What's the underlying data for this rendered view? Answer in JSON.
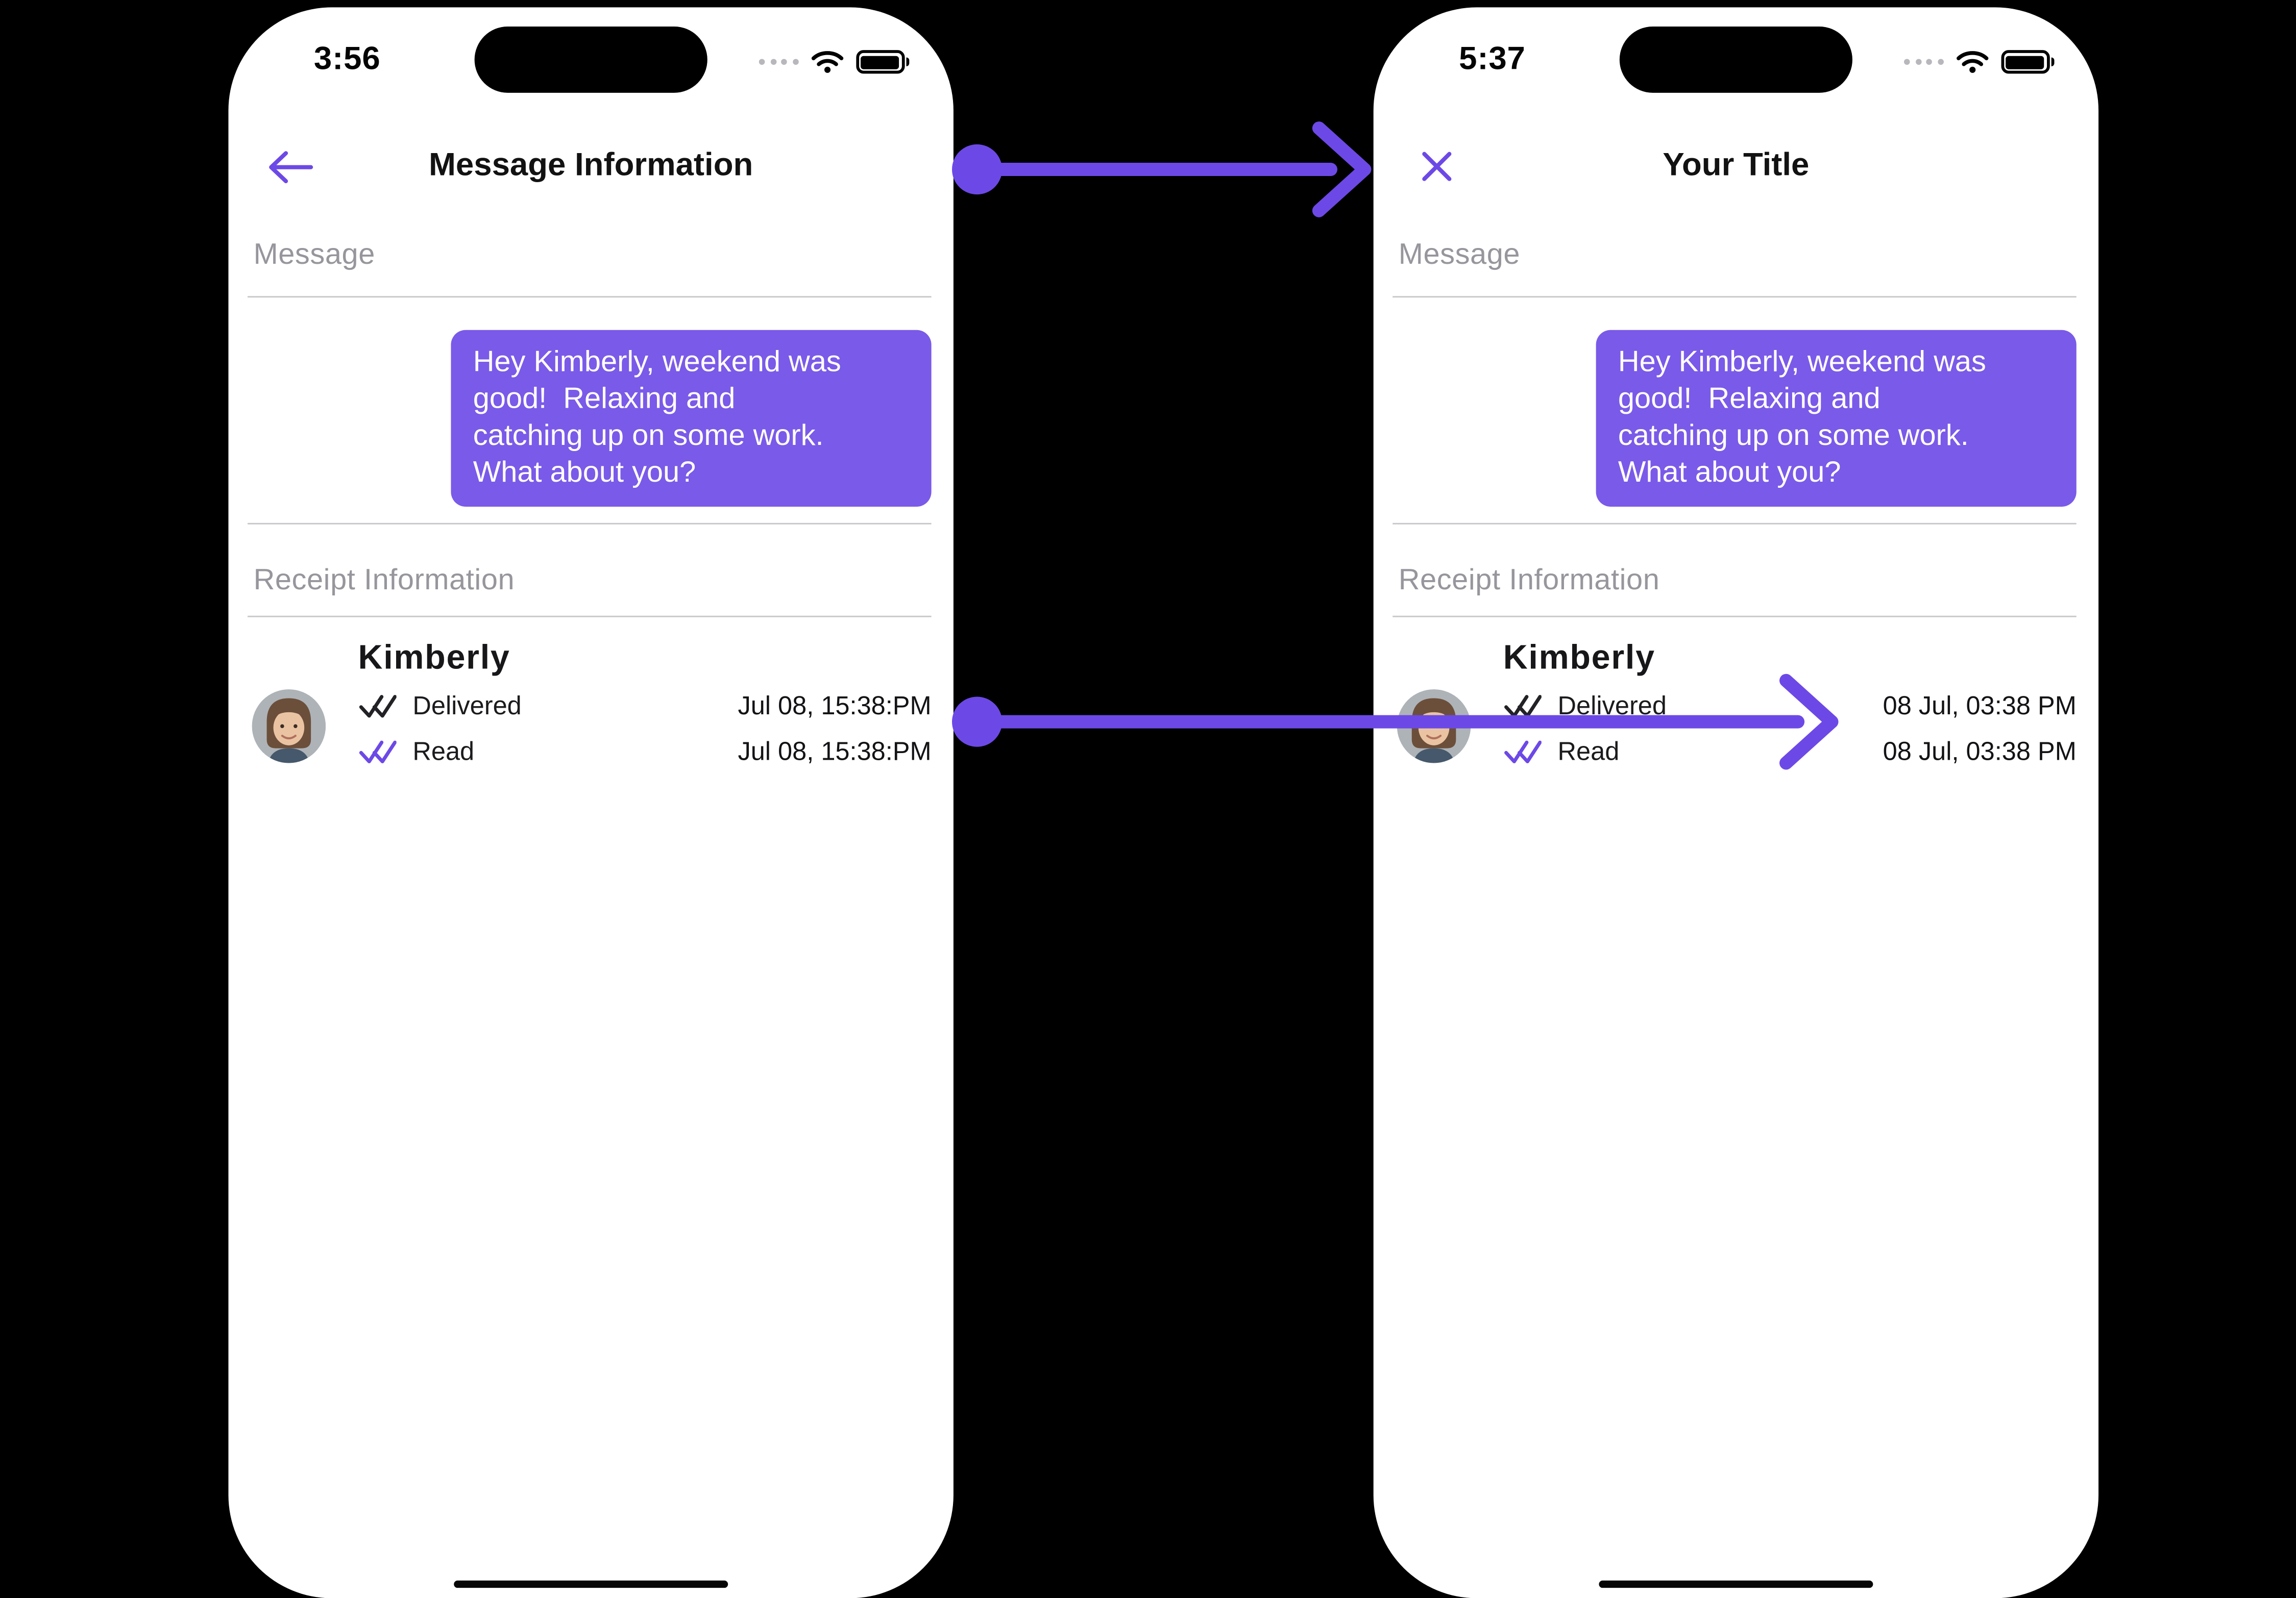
{
  "colors": {
    "background": "#000000",
    "phone_background": "#ffffff",
    "accent_purple": "#6c49e6",
    "bubble_purple": "#7a5ae8",
    "section_label_gray": "#96969c",
    "divider_gray": "#c8c8cc",
    "delivered_check": "#222226",
    "read_check": "#6c49e6"
  },
  "annotations": {
    "arrows": [
      "title-mapping-arrow",
      "timestamp-mapping-arrow"
    ]
  },
  "phones": [
    {
      "status": {
        "time": "3:56"
      },
      "nav": {
        "icon": "arrow-left-icon",
        "title": "Message Information"
      },
      "message_section": {
        "label": "Message",
        "bubble_text": "Hey Kimberly, weekend was\ngood!  Relaxing and\ncatching up on some work.\nWhat about you?"
      },
      "receipt_section": {
        "label": "Receipt Information",
        "name": "Kimberly",
        "rows": [
          {
            "icon": "double-check-icon",
            "status": "Delivered",
            "time": "Jul 08, 15:38:PM"
          },
          {
            "icon": "double-check-icon",
            "status": "Read",
            "time": "Jul 08, 15:38:PM"
          }
        ]
      }
    },
    {
      "status": {
        "time": "5:37"
      },
      "nav": {
        "icon": "close-icon",
        "title": "Your Title"
      },
      "message_section": {
        "label": "Message",
        "bubble_text": "Hey Kimberly, weekend was\ngood!  Relaxing and\ncatching up on some work.\nWhat about you?"
      },
      "receipt_section": {
        "label": "Receipt Information",
        "name": "Kimberly",
        "rows": [
          {
            "icon": "double-check-icon",
            "status": "Delivered",
            "time": "08 Jul, 03:38 PM"
          },
          {
            "icon": "double-check-icon",
            "status": "Read",
            "time": "08 Jul, 03:38 PM"
          }
        ]
      }
    }
  ]
}
